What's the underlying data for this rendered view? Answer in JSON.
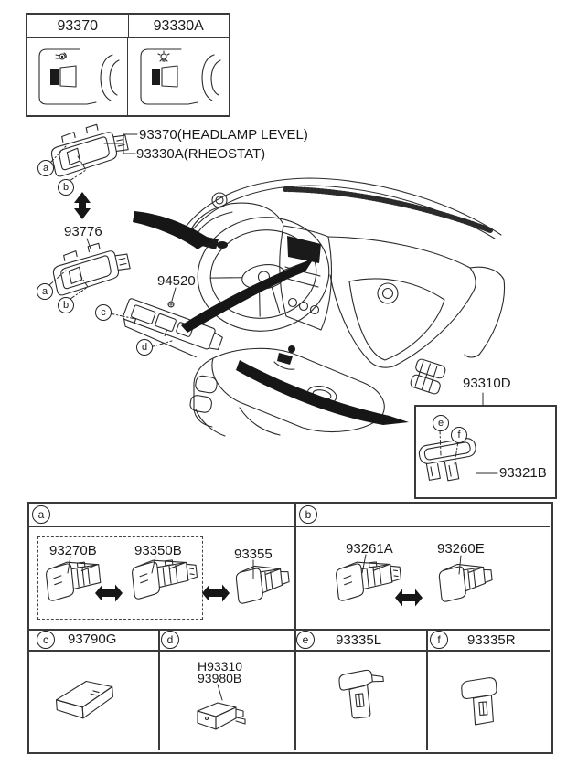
{
  "page": {
    "background": "#ffffff",
    "line_color": "#2b2b2b"
  },
  "top_table": {
    "cells": [
      {
        "part_no": "93370",
        "art": "dash-corner-with-headlamp-level-icon"
      },
      {
        "part_no": "93330A",
        "art": "dash-corner-with-rheostat-icon"
      }
    ]
  },
  "callouts": {
    "headlamp_level": "93370(HEADLAMP LEVEL)",
    "rheostat": "93330A(RHEOSTAT)",
    "dimmer_switch": "93776",
    "switch_panel": "94520",
    "console_box": "93310D",
    "console_bracket": "93321B"
  },
  "bubbles": {
    "a": "a",
    "b": "b",
    "c": "c",
    "d": "d",
    "e": "e",
    "f": "f"
  },
  "table": {
    "section_a": {
      "bubble": "a",
      "parts": [
        {
          "no": "93270B"
        },
        {
          "no": "93350B"
        },
        {
          "no": "93355"
        }
      ]
    },
    "section_b": {
      "bubble": "b",
      "parts": [
        {
          "no": "93261A"
        },
        {
          "no": "93260E"
        }
      ]
    },
    "section_c": {
      "bubble": "c",
      "title": "93790G"
    },
    "section_d": {
      "bubble": "d",
      "part_lines": [
        "H93310",
        "93980B"
      ]
    },
    "section_e": {
      "bubble": "e",
      "title": "93335L"
    },
    "section_f": {
      "bubble": "f",
      "title": "93335R"
    }
  }
}
